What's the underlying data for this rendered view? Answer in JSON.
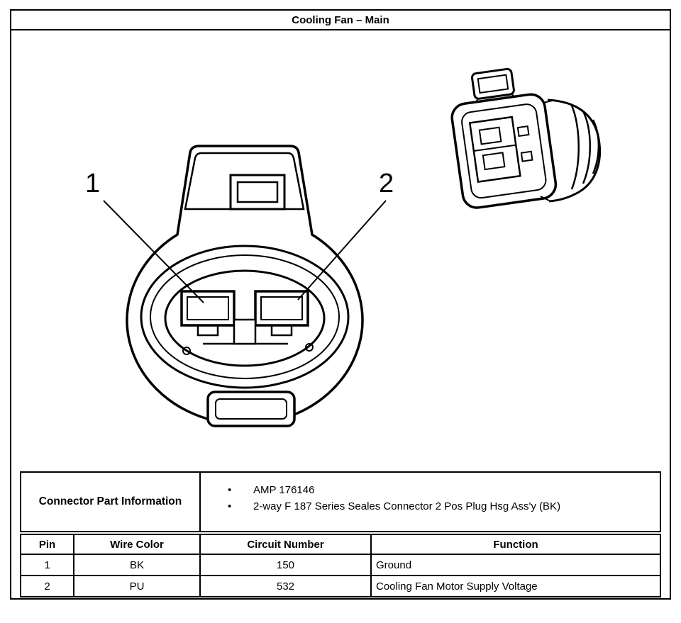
{
  "title": "Cooling Fan – Main",
  "diagram": {
    "pin1_label": "1",
    "pin2_label": "2"
  },
  "part_info": {
    "header": "Connector Part Information",
    "bullets": [
      "AMP 176146",
      "2-way F 187 Series Seales Connector 2 Pos Plug Hsg Ass'y (BK)"
    ]
  },
  "pin_table": {
    "headers": [
      "Pin",
      "Wire Color",
      "Circuit Number",
      "Function"
    ],
    "rows": [
      {
        "pin": "1",
        "wire_color": "BK",
        "circuit": "150",
        "function": "Ground"
      },
      {
        "pin": "2",
        "wire_color": "PU",
        "circuit": "532",
        "function": "Cooling Fan Motor Supply Voltage"
      }
    ]
  }
}
